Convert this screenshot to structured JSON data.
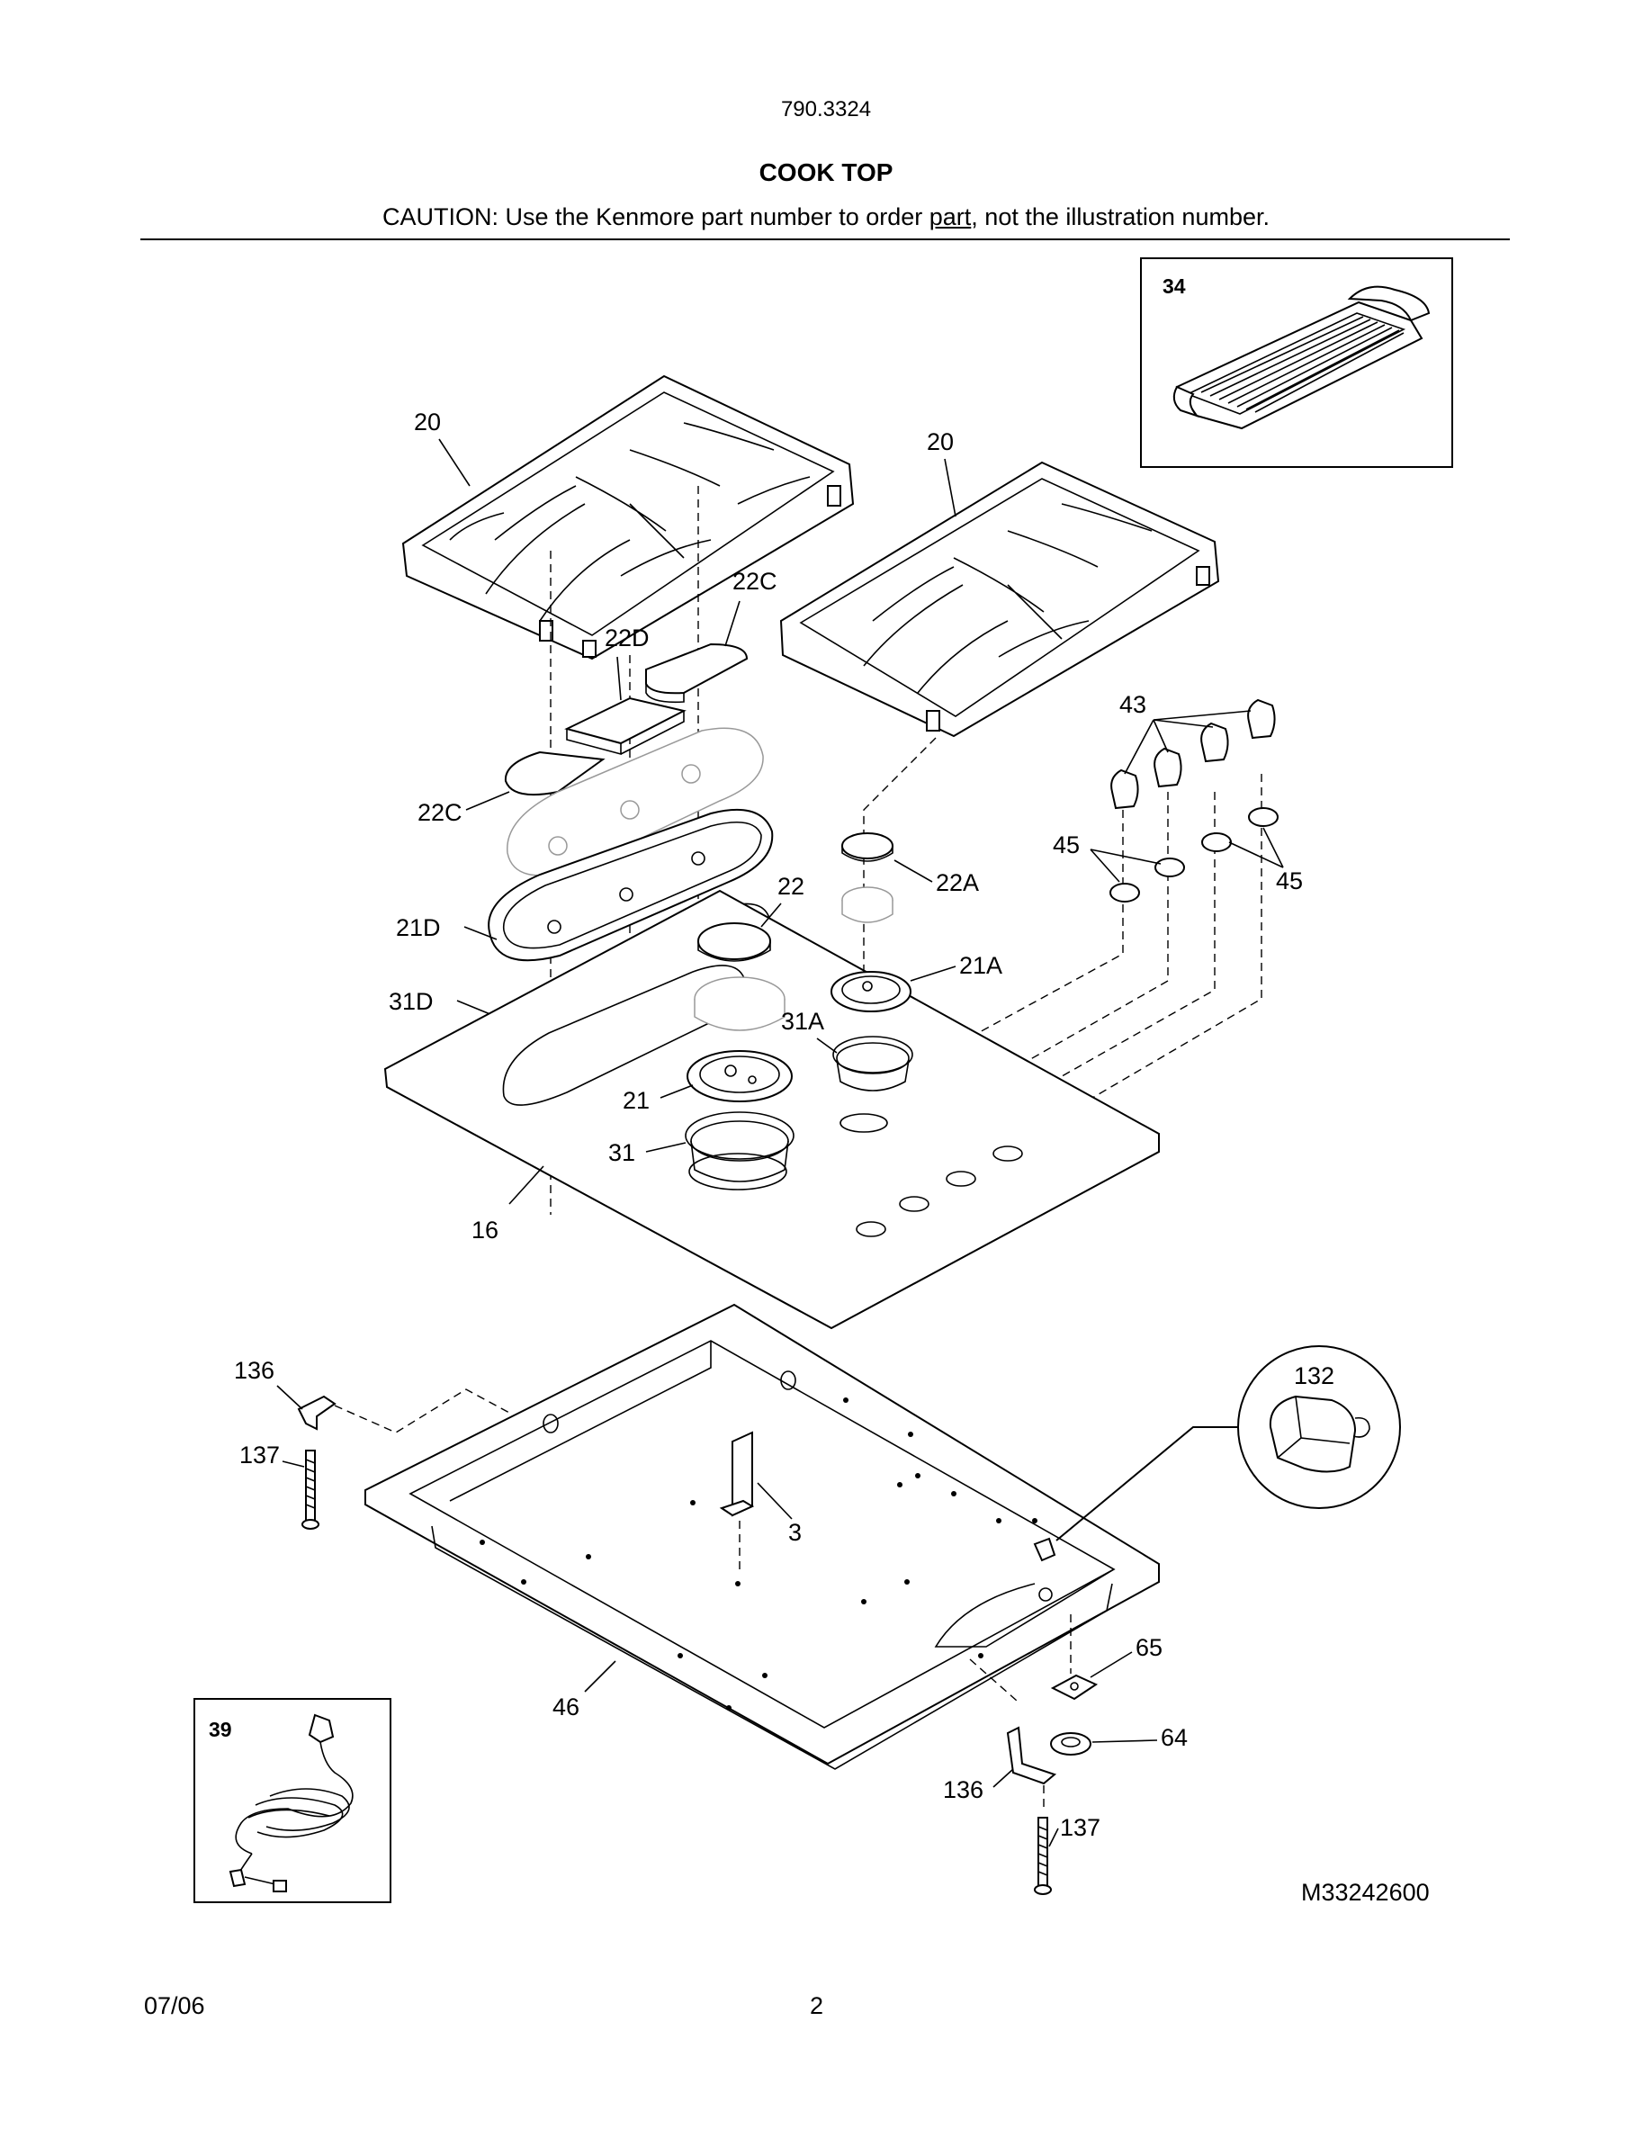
{
  "header": {
    "model_number": "790.3324",
    "title": "COOK TOP",
    "caution_prefix": "CAUTION: Use the Kenmore part number to order ",
    "caution_underlined": "part",
    "caution_suffix": ", not the illustration number."
  },
  "callouts": {
    "grate_left": "20",
    "grate_right": "20",
    "cap_22c_top": "22C",
    "cap_22d": "22D",
    "cap_22c_bottom": "22C",
    "head_21d": "21D",
    "seal_31d": "31D",
    "cap_22": "22",
    "cap_22a": "22A",
    "head_21a": "21A",
    "seal_31a": "31A",
    "head_21": "21",
    "seal_31": "31",
    "cooktop_16": "16",
    "knobs_43": "43",
    "bezel_45_left": "45",
    "bezel_45_right": "45",
    "griddle_34": "34",
    "cord_39": "39",
    "bracket_136_top": "136",
    "screw_137_top": "137",
    "bracket_3": "3",
    "pan_46": "46",
    "inset_132": "132",
    "part_65": "65",
    "part_64": "64",
    "bracket_136_bottom": "136",
    "screw_137_bottom": "137"
  },
  "drawing_number": "M33242600",
  "footer": {
    "date": "07/06",
    "page": "2"
  }
}
